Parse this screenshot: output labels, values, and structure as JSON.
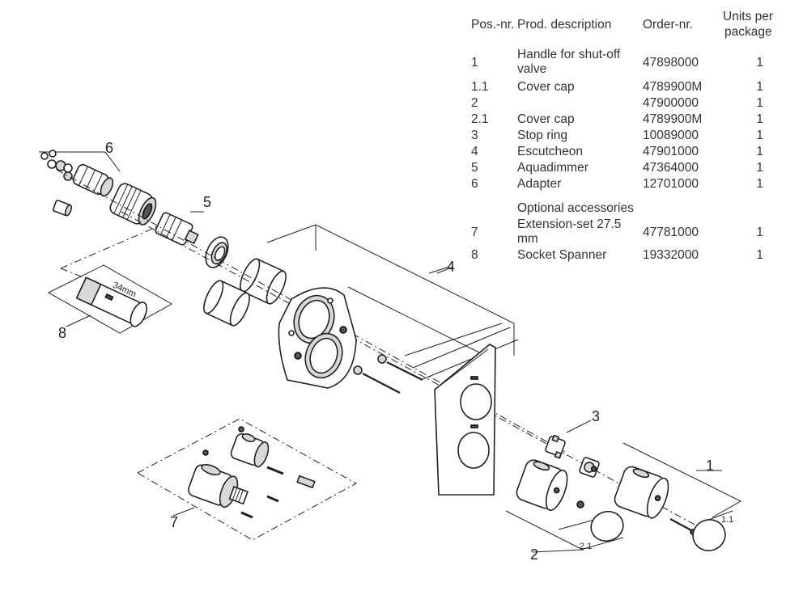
{
  "table": {
    "headers": {
      "pos": "Pos.-nr.",
      "desc": "Prod. description",
      "order": "Order-nr.",
      "units_line1": "Units per",
      "units_line2": "package"
    },
    "rows": [
      {
        "pos": "1",
        "desc": "Handle for shut-off valve",
        "order": "47898000",
        "units": "1"
      },
      {
        "pos": "1.1",
        "desc": "Cover cap",
        "order": "4789900M",
        "units": "1"
      },
      {
        "pos": "2",
        "desc": "",
        "order": "47900000",
        "units": "1"
      },
      {
        "pos": "2.1",
        "desc": "Cover cap",
        "order": "4789900M",
        "units": "1"
      },
      {
        "pos": "3",
        "desc": "Stop ring",
        "order": "10089000",
        "units": "1"
      },
      {
        "pos": "4",
        "desc": "Escutcheon",
        "order": "47901000",
        "units": "1"
      },
      {
        "pos": "5",
        "desc": "Aquadimmer",
        "order": "47364000",
        "units": "1"
      },
      {
        "pos": "6",
        "desc": "Adapter",
        "order": "12701000",
        "units": "1"
      }
    ],
    "optional_heading": "Optional accessories",
    "optional_rows": [
      {
        "pos": "7",
        "desc": "Extension-set 27.5 mm",
        "order": "47781000",
        "units": "1"
      },
      {
        "pos": "8",
        "desc": "Socket Spanner",
        "order": "19332000",
        "units": "1"
      }
    ]
  },
  "callouts": {
    "c1": "1",
    "c1_1": "1.1",
    "c2": "2",
    "c2_1": "2.1",
    "c3": "3",
    "c4": "4",
    "c5": "5",
    "c6": "6",
    "c7": "7",
    "c8": "8"
  },
  "spanner_marking": "34mm"
}
